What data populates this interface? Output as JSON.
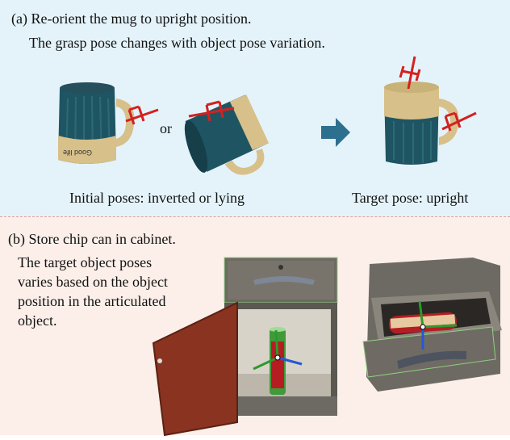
{
  "panel_a": {
    "title": "(a) Re-orient the mug to upright position.",
    "subtitle": "The grasp pose changes with object pose variation.",
    "or_label": "or",
    "initial_caption": "Initial poses: inverted or lying",
    "target_caption": "Target pose: upright",
    "mug_label_text": "Good life",
    "colors": {
      "mug_body": "#1f5563",
      "mug_band": "#d7c08a",
      "grasp": "#d42020",
      "arrow": "#2d6f8f"
    }
  },
  "panel_b": {
    "title": "(b) Store chip can in cabinet.",
    "description": [
      "The target object poses",
      "varies based on the object",
      "position in the articulated",
      "object."
    ],
    "colors": {
      "cabinet": "#6d6a63",
      "door": "#8a3320",
      "can_green": "#3f9a3a",
      "can_red": "#b61d22"
    }
  }
}
